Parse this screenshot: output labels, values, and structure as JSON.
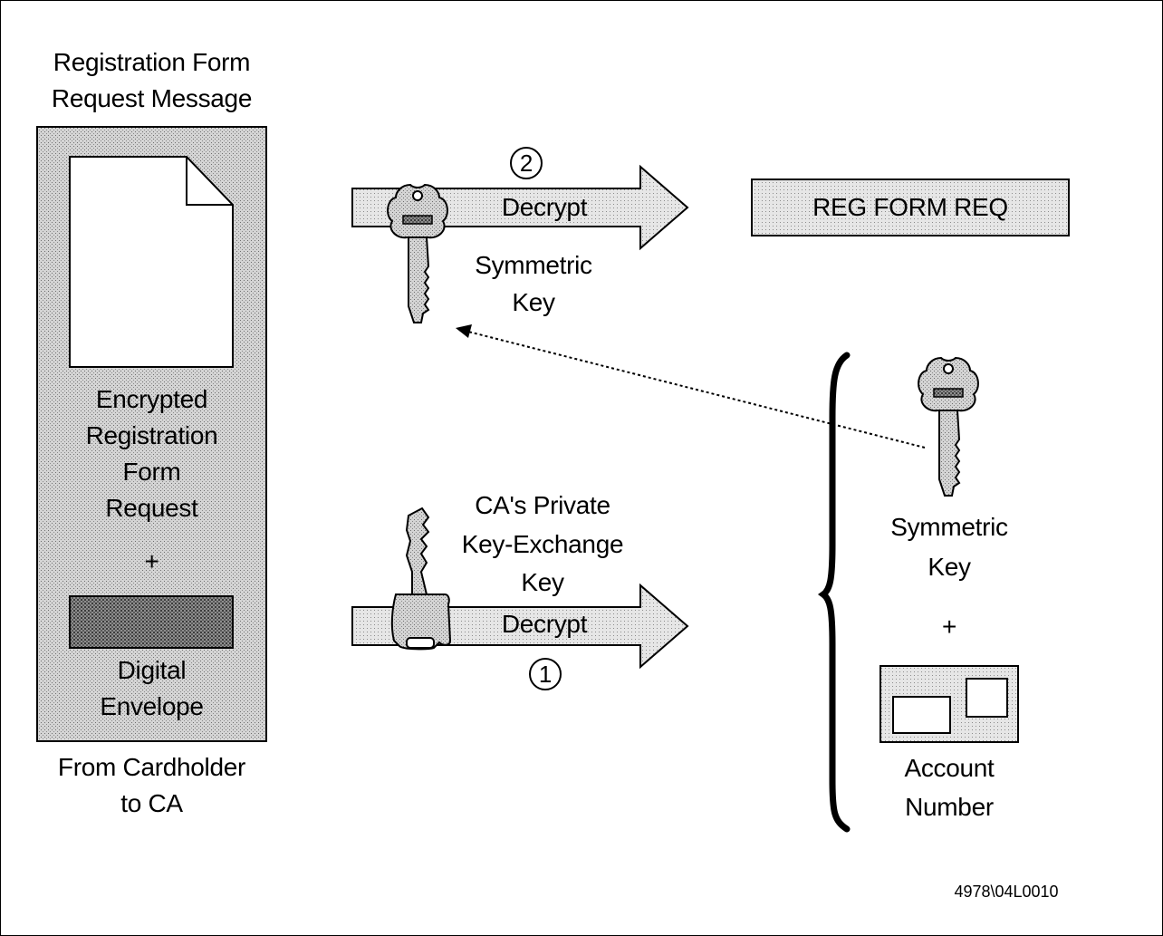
{
  "figure": {
    "envelope": {
      "title_line1": "Registration Form",
      "title_line2": "Request Message",
      "encrypted_line1": "Encrypted",
      "encrypted_line2": "Registration",
      "encrypted_line3": "Form",
      "encrypted_line4": "Request",
      "plus": "+",
      "digital_line1": "Digital",
      "digital_line2": "Envelope",
      "caption_line1": "From Cardholder",
      "caption_line2": "to CA"
    },
    "step2": {
      "number": "2",
      "action": "Decrypt",
      "key_line1": "Symmetric",
      "key_line2": "Key",
      "result": "REG FORM REQ"
    },
    "step1": {
      "number": "1",
      "action": "Decrypt",
      "key_line1": "CA's Private",
      "key_line2": "Key-Exchange",
      "key_line3": "Key"
    },
    "envelope_contents": {
      "key_line1": "Symmetric",
      "key_line2": "Key",
      "plus": "+",
      "account_line1": "Account",
      "account_line2": "Number"
    },
    "figure_id": "4978\\04L0010",
    "icons": [
      "document-icon",
      "key-icon",
      "private-key-icon",
      "card-icon"
    ]
  }
}
